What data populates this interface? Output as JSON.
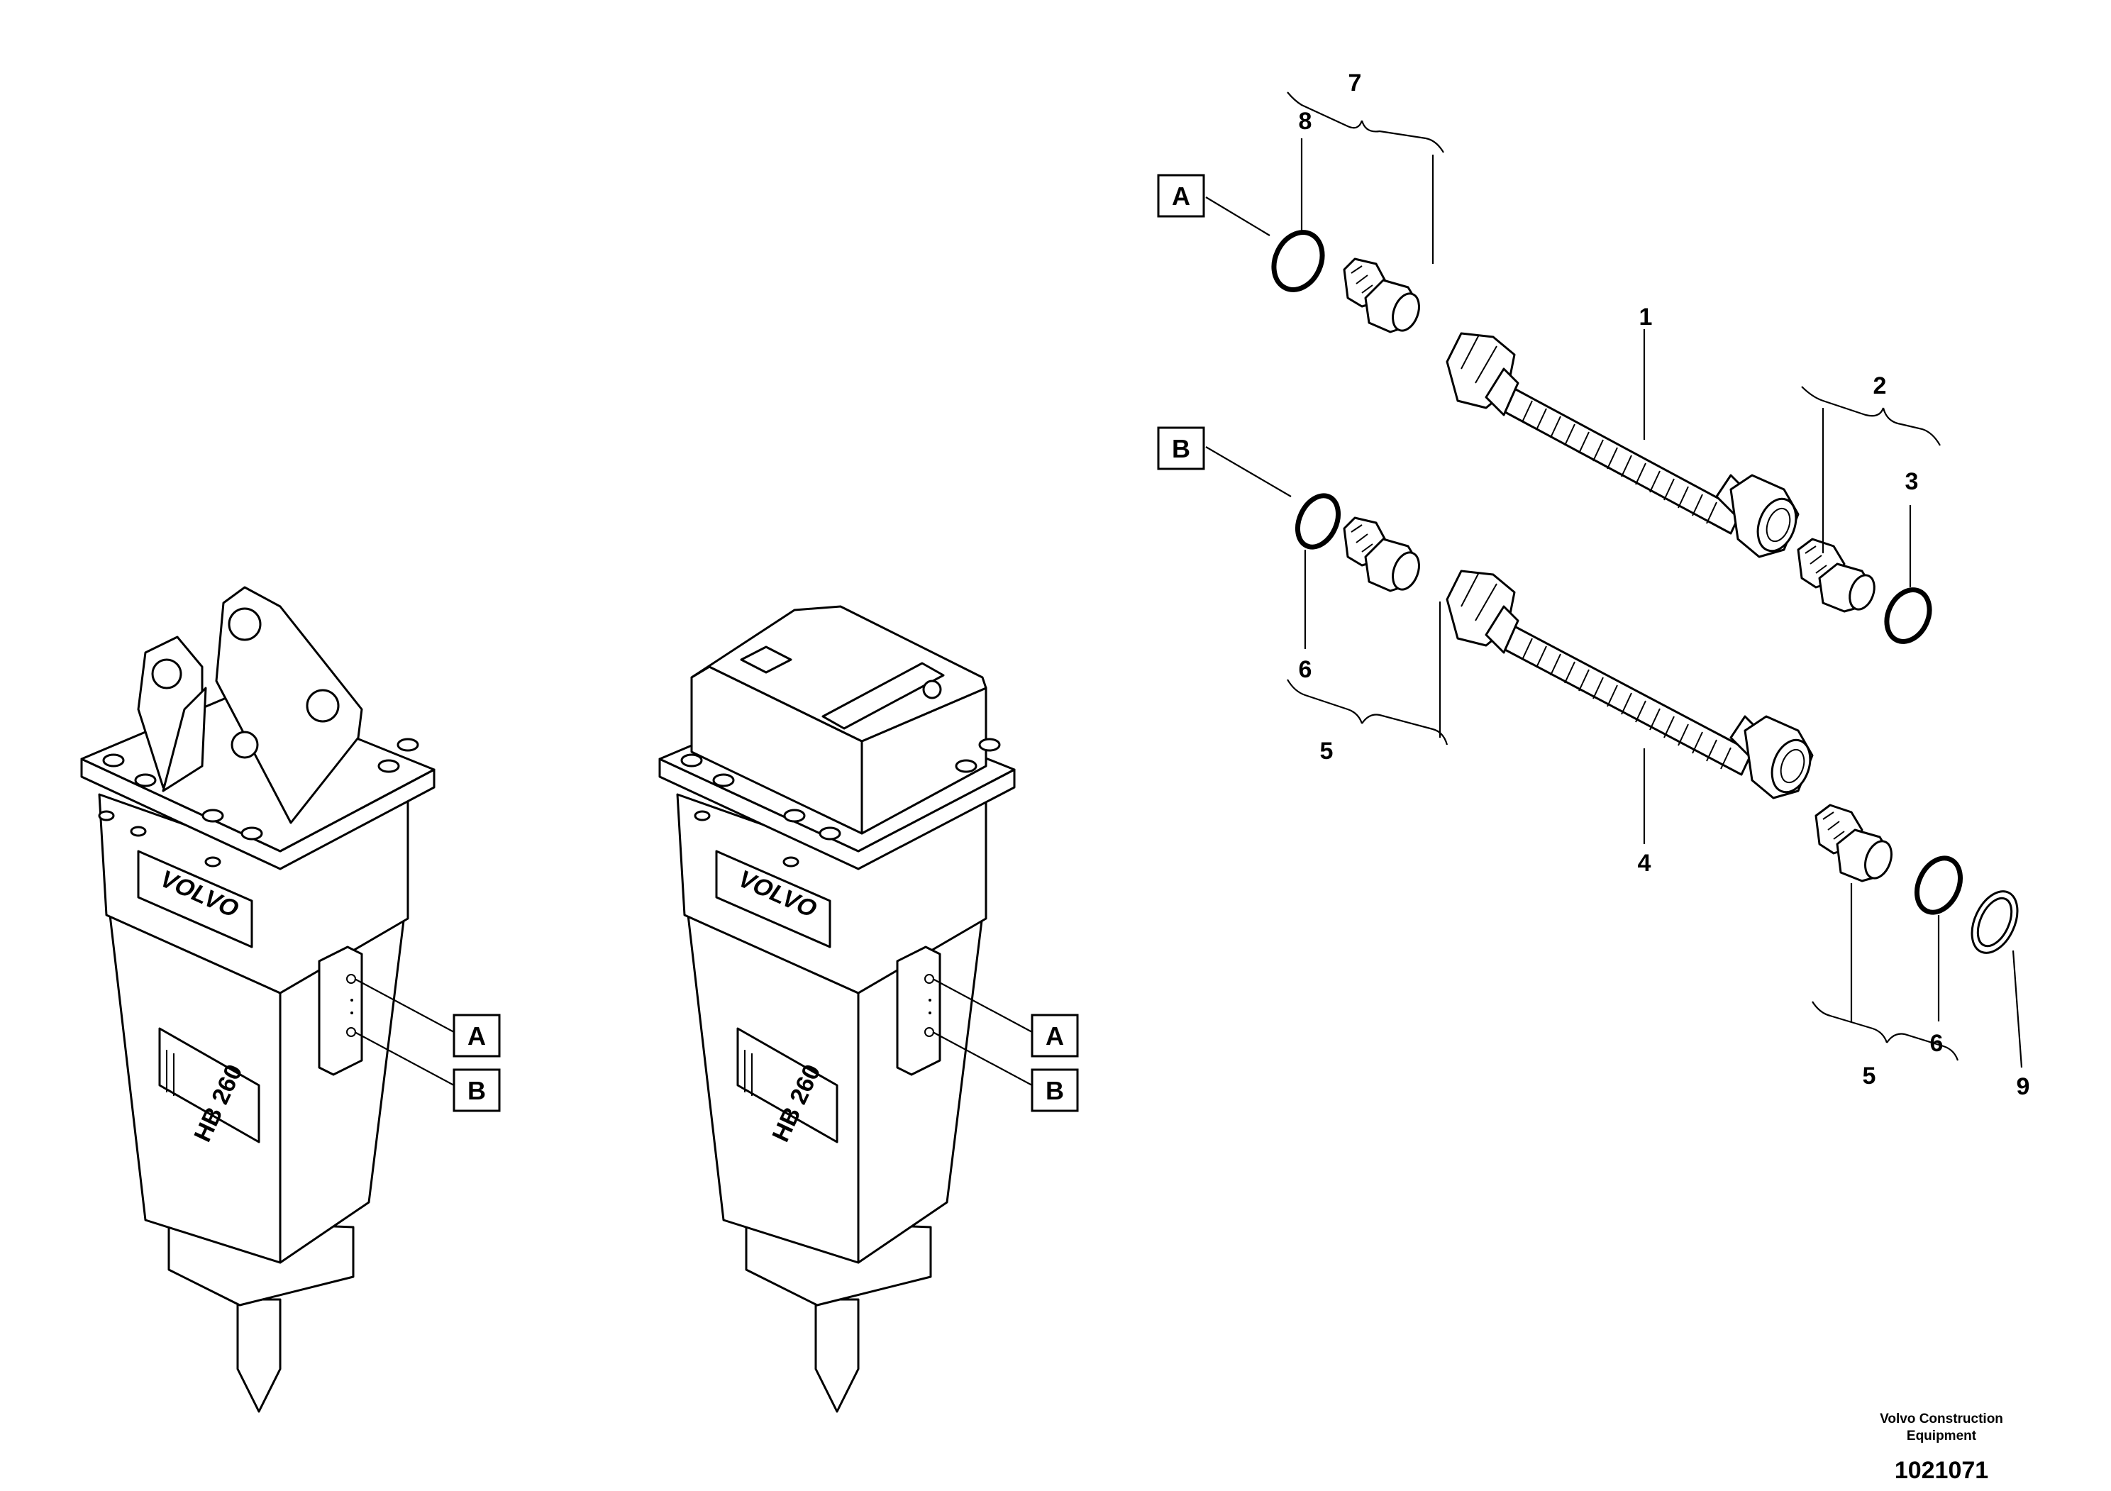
{
  "callouts": {
    "n1": "1",
    "n2": "2",
    "n3": "3",
    "n4": "4",
    "n5a": "5",
    "n5b": "5",
    "n6a": "6",
    "n6b": "6",
    "n7": "7",
    "n8": "8",
    "n9": "9"
  },
  "ports": {
    "a_top": "A",
    "b_top": "B",
    "a_left": "A",
    "b_left": "B",
    "a_mid": "A",
    "b_mid": "B"
  },
  "breaker": {
    "brand": "VOLVO",
    "model": "HB 260"
  },
  "footer": {
    "company_line1": "Volvo Construction",
    "company_line2": "Equipment",
    "drawing_number": "1021071"
  }
}
